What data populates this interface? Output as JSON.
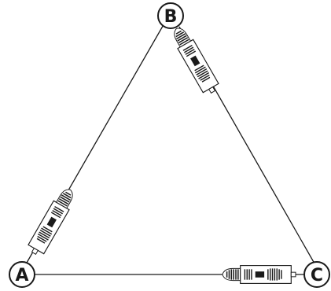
{
  "diagram": {
    "nodes": {
      "a": "A",
      "b": "B",
      "c": "C"
    },
    "stroke_color": "#1a1a1a",
    "background": "#ffffff",
    "edges": [
      {
        "from": "A",
        "to": "B",
        "component": "connector-plug"
      },
      {
        "from": "B",
        "to": "C",
        "component": "connector-plug"
      },
      {
        "from": "A",
        "to": "C",
        "component": "connector-plug"
      }
    ]
  }
}
